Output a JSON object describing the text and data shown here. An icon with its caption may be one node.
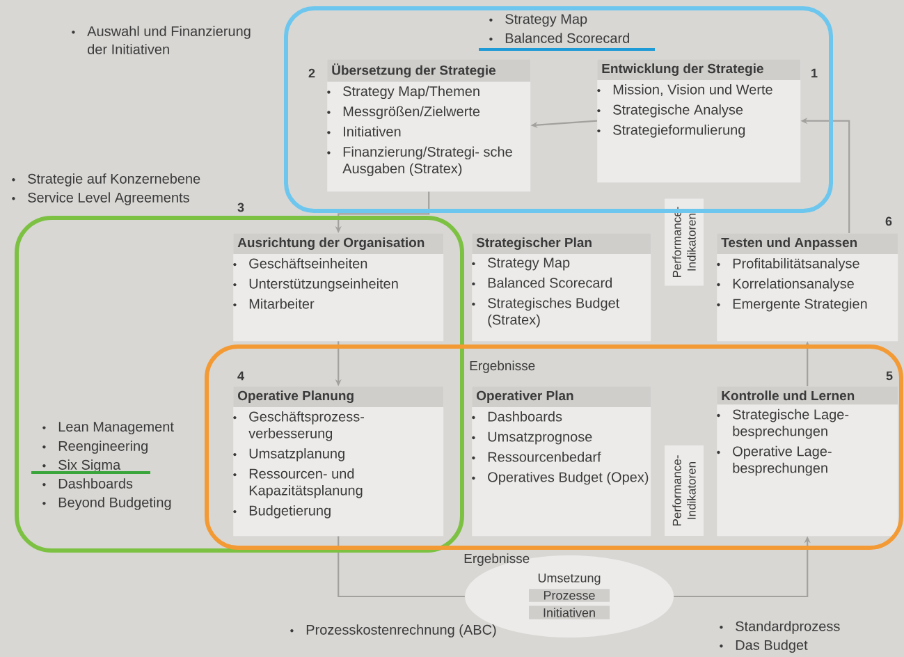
{
  "diagram": {
    "nodes": [
      {
        "text": [
          "Übersetzung der Strategie",
          "Strategy Map/Themen",
          "Messgrößen/Zielwerte",
          "Initiativen",
          "Finanzierung/Strategi- sche Ausgaben (Stratex)"
        ],
        "beside": [
          "2"
        ]
      },
      {
        "text": [
          "Entwicklung der Strategie",
          "Mission, Vision und Werte",
          "Strategische Analyse",
          "Strategieformulierung"
        ],
        "beside": [
          "1"
        ]
      },
      {
        "text": [
          "Strategischer Plan",
          "Strategy Map",
          "Balanced Scorecard",
          "Strategisches Budget (Stratex)"
        ]
      },
      {
        "text": [
          "Ausrichtung der Organisation",
          "Geschäftseinheiten",
          "Unterstützungseinheiten",
          "Mitarbeiter"
        ],
        "beside": [
          "3"
        ]
      },
      {
        "text": [
          "Testen und Anpassen",
          "Profitabilitätsanalyse",
          "Korrelationsanalyse",
          "Emergente Strategien"
        ],
        "beside": [
          "6"
        ]
      },
      {
        "text": [
          "Operative Planung",
          "Geschäftsprozess- verbesserung",
          "Umsatzplanung",
          "Ressourcen- und Kapazitätsplanung",
          "Budgetierung"
        ],
        "beside": [
          "4"
        ]
      },
      {
        "text": [
          "Operativer Plan",
          "Dashboards",
          "Umsatzprognose",
          "Ressourcenbedarf",
          "Operatives Budget (Opex)"
        ]
      },
      {
        "text": [
          "Kontrolle und Lernen",
          "Strategische Lage- besprechungen",
          "Operative Lage- besprechungen"
        ],
        "beside": [
          "5"
        ]
      },
      {
        "text": [
          "Performance- Indikatoren"
        ]
      },
      {
        "text": [
          "Performance- Indikatoren"
        ]
      },
      {
        "text": [
          "Umsetzung",
          "Prozesse",
          "Initiativen"
        ]
      }
    ],
    "edges": [
      {
        "from": 1,
        "to": 0,
        "arrow": "to"
      },
      {
        "from": 0,
        "to": 3,
        "arrow": "to"
      },
      {
        "from": 3,
        "to": 5,
        "arrow": "to"
      },
      {
        "from": 5,
        "to": 10,
        "arrow": "none"
      },
      {
        "from": 10,
        "to": 7,
        "arrow": "to"
      },
      {
        "from": 7,
        "to": 4,
        "arrow": "to"
      },
      {
        "from": 4,
        "to": 1,
        "arrow": "to"
      }
    ],
    "labels": [
      "Strategy Map",
      "Balanced Scorecard",
      "Auswahl und Finanzierung der Initiativen",
      "Strategie auf Konzernebene",
      "Service Level Agreements",
      "Lean Management",
      "Reengineering",
      "Six Sigma",
      "Dashboards",
      "Beyond Budgeting",
      "Ergebnisse",
      "Ergebnisse",
      "Prozesskostenrechnung (ABC)",
      "Standardprozess",
      "Das Budget"
    ]
  }
}
